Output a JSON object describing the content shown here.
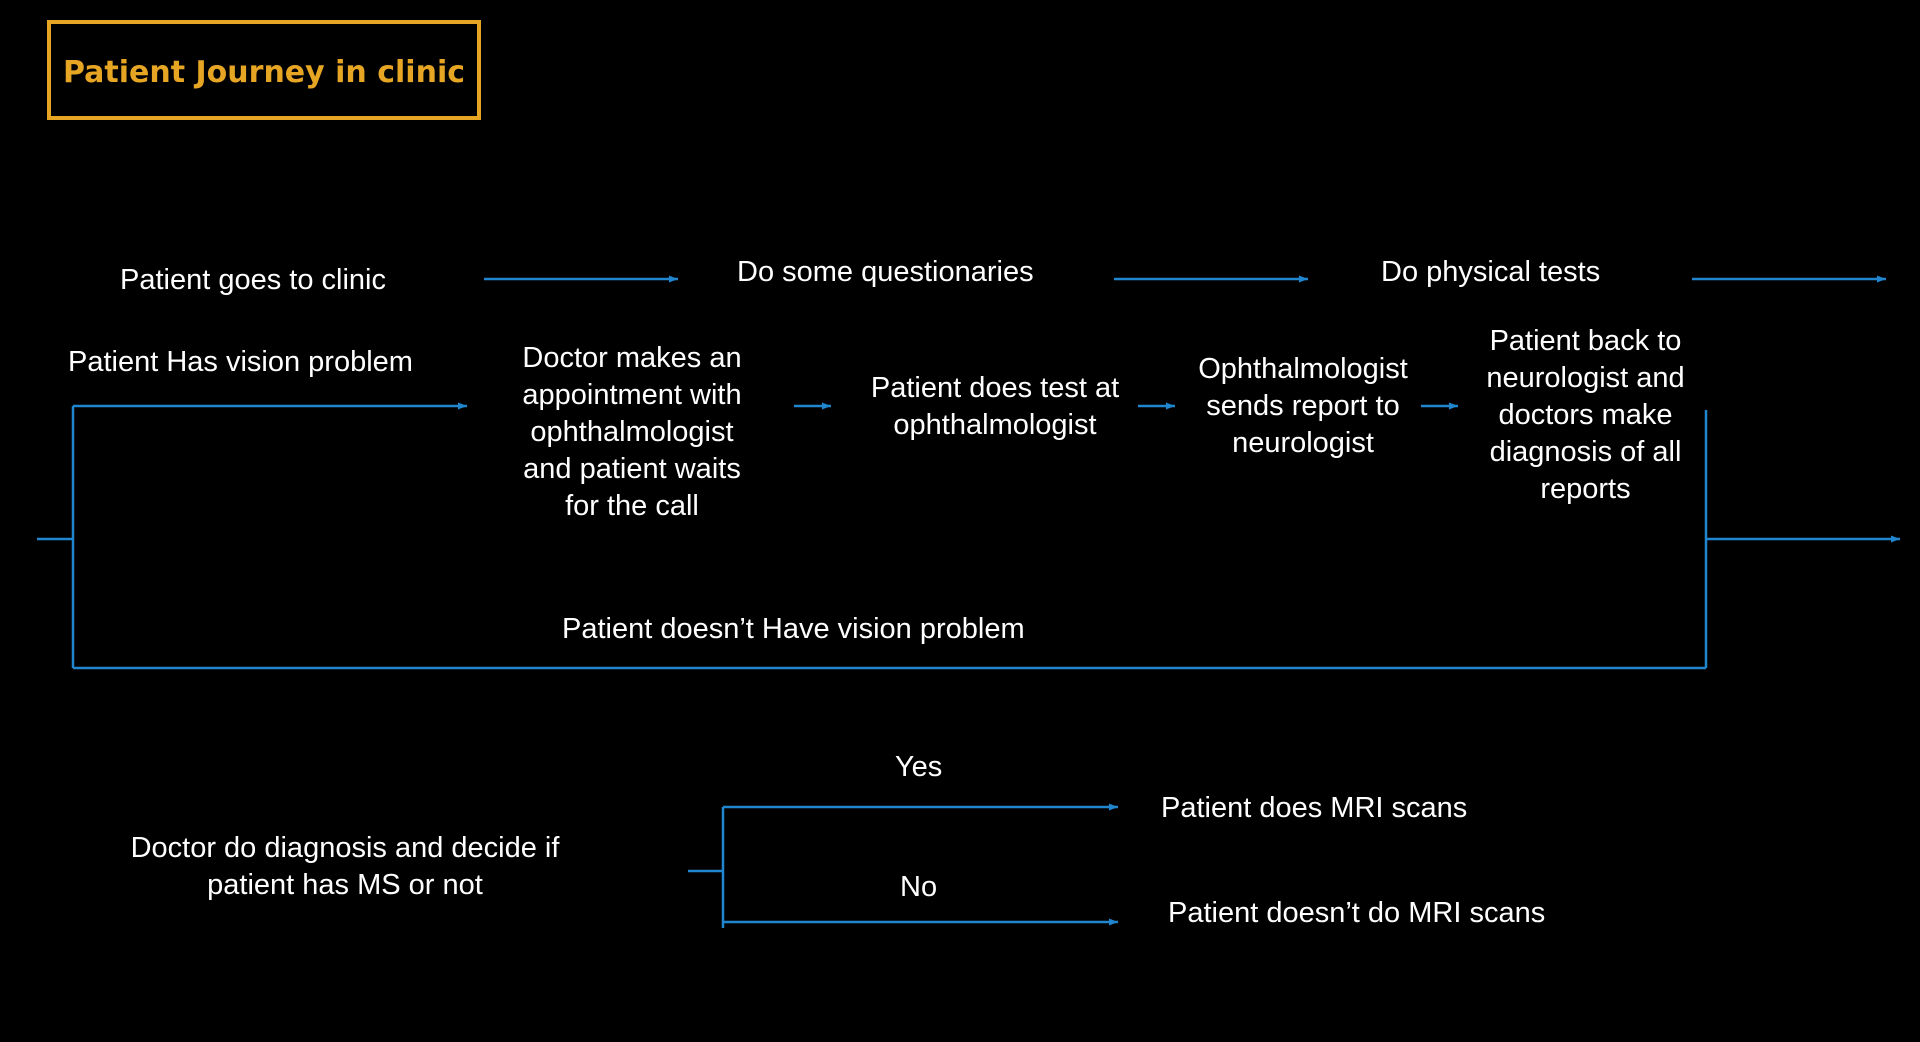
{
  "title": "Patient Journey in clinic",
  "colors": {
    "background": "#000000",
    "accent": "#e7a524",
    "connector": "#1f86cf",
    "text": "#ffffff"
  },
  "flow_top": {
    "step1": "Patient goes to clinic",
    "step2": "Do some questionaries",
    "step3": "Do physical tests"
  },
  "flow_vision": {
    "branch_yes": "Patient Has vision problem",
    "step_appointment": "Doctor makes an\nappointment with\nophthalmologist\nand patient waits\nfor the call",
    "step_test": "Patient does test at\nophthalmologist",
    "step_report": "Ophthalmologist\nsends report to\nneurologist",
    "step_back": "Patient back to\nneurologist and\ndoctors make\ndiagnosis of all\nreports",
    "branch_no": "Patient doesn’t Have vision problem"
  },
  "decision": {
    "question": "Doctor do diagnosis and decide if\npatient has MS or not",
    "yes_label": "Yes",
    "no_label": "No",
    "yes_outcome": "Patient does MRI scans",
    "no_outcome": "Patient doesn’t do MRI scans"
  }
}
